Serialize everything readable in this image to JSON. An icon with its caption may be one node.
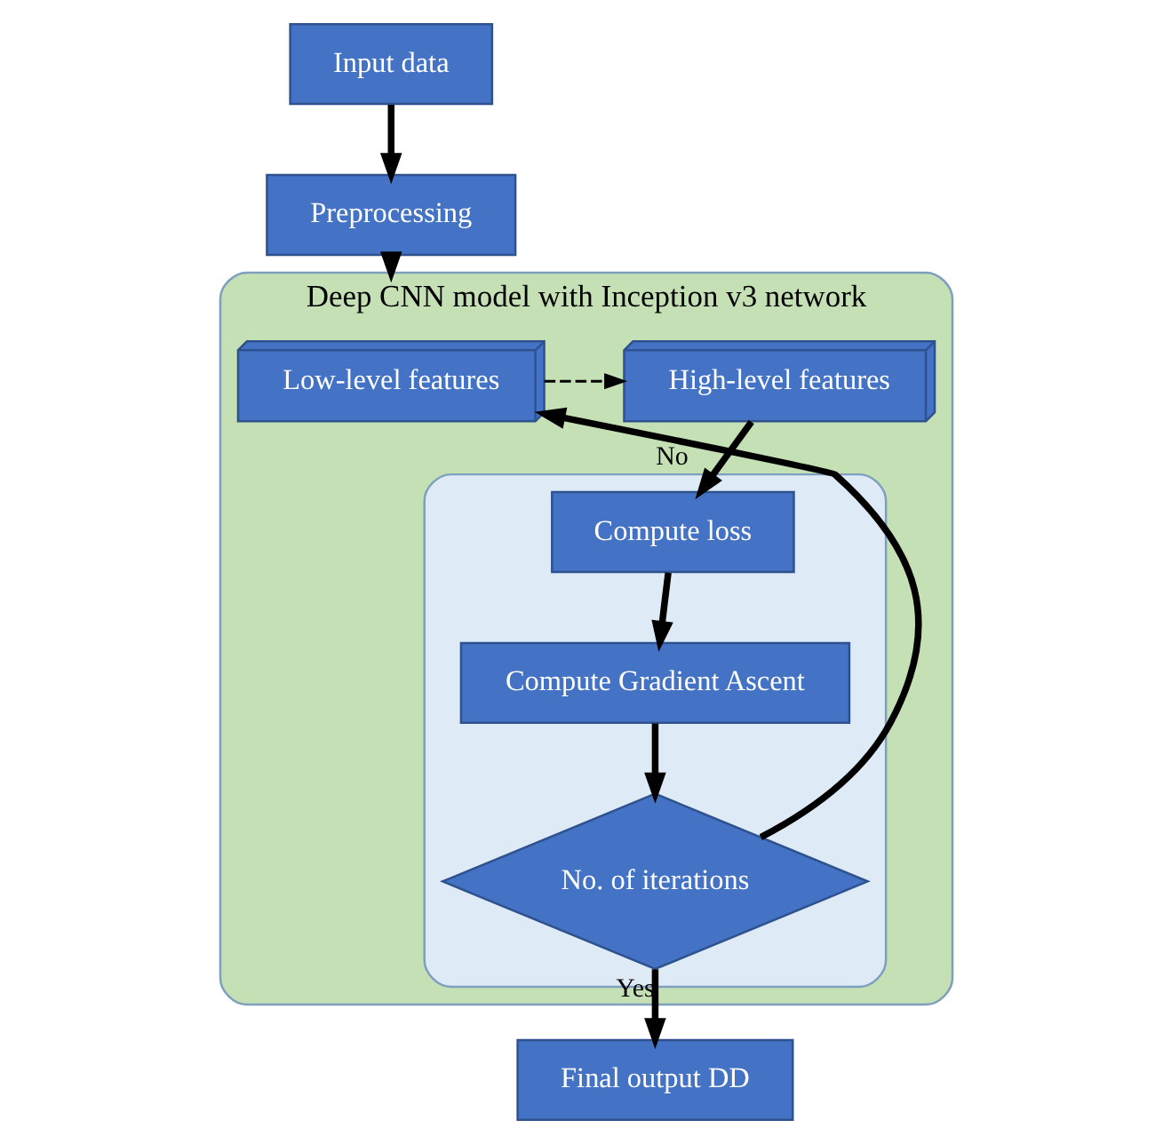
{
  "diagram": {
    "nodes": [
      {
        "text": [
          "Input data"
        ]
      },
      {
        "text": [
          "Preprocessing"
        ]
      },
      {
        "text": [
          "Deep CNN model with Inception v3 network"
        ]
      },
      {
        "text": [
          "Low-level features"
        ],
        "in": 2
      },
      {
        "text": [
          "High-level features"
        ],
        "in": 2
      },
      {
        "text": [],
        "shape": "box",
        "in": 2
      },
      {
        "text": [
          "Compute Gradient Ascent"
        ],
        "in": 5
      },
      {
        "text": [
          "Compute loss"
        ],
        "in": 5
      },
      {
        "text": [
          "No. of iterations"
        ],
        "in": 5
      },
      {
        "text": [
          "Final output DD"
        ]
      }
    ],
    "edges": [
      {
        "from": 0,
        "to": 1,
        "arrow": "to"
      },
      {
        "from": 1,
        "to": 2,
        "arrow": "to"
      },
      {
        "from": 3,
        "to": 4,
        "arrow": "to",
        "style": "dashed"
      },
      {
        "from": 4,
        "to": 7,
        "arrow": "to"
      },
      {
        "from": 7,
        "to": 6,
        "arrow": "to"
      },
      {
        "from": 6,
        "to": 8,
        "arrow": "to"
      },
      {
        "from": 8,
        "to": 2,
        "arrow": "to",
        "label": "No"
      },
      {
        "from": 8,
        "to": 9,
        "arrow": "to",
        "label": "Yes"
      }
    ]
  }
}
